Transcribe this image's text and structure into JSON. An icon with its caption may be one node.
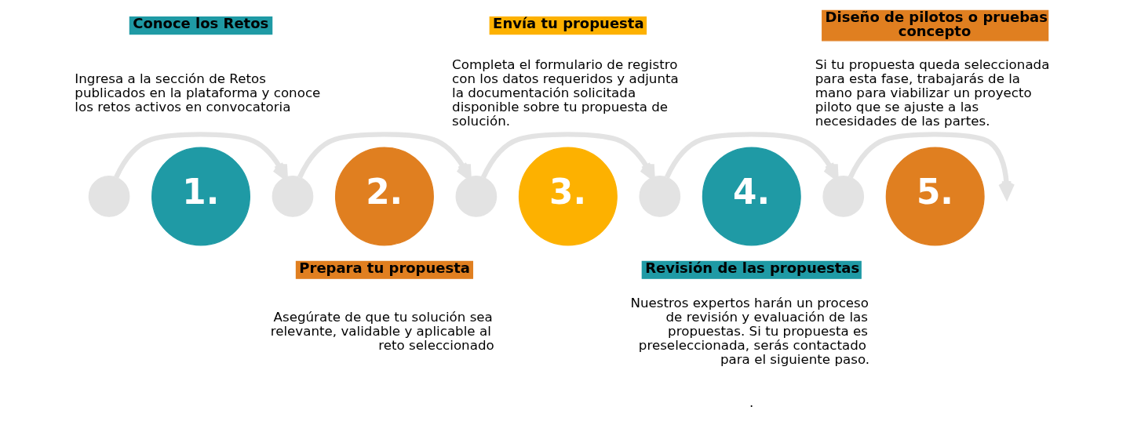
{
  "diagram": {
    "nodes": [
      {
        "text": [],
        "shape": "circle"
      },
      {
        "text": [
          "1."
        ],
        "beside": [
          "Conoce los Retos",
          "Ingresa a la sección de Retos publicados en la plataforma y conoce los retos activos en convocatoria"
        ]
      },
      {
        "text": [],
        "shape": "circle"
      },
      {
        "text": [
          "2."
        ],
        "beside": [
          "Prepara tu propuesta",
          "Asegúrate de que tu solución sea relevante, validable y aplicable al reto seleccionado"
        ]
      },
      {
        "text": [],
        "shape": "circle"
      },
      {
        "text": [
          "3."
        ],
        "beside": [
          "Envía tu propuesta",
          "Completa el formulario de registro con los datos requeridos y adjunta la documentación solicitada disponible sobre tu propuesta de solución."
        ]
      },
      {
        "text": [],
        "shape": "circle"
      },
      {
        "text": [
          "4."
        ],
        "beside": [
          "Revisión de las propuestas",
          "Nuestros expertos harán un proceso de revisión y evaluación de las propuestas. Si tu propuesta es preseleccionada, serás contactado para el siguiente paso."
        ]
      },
      {
        "text": [],
        "shape": "circle"
      },
      {
        "text": [
          "5."
        ],
        "beside": [
          "Diseño de pilotos o pruebas concepto",
          "Si tu propuesta queda seleccionada para esta fase, trabajarás de la mano para viabilizar un proyecto piloto que se ajuste a las necesidades de las partes."
        ]
      }
    ],
    "edges": [
      {
        "from": 0,
        "to": 2,
        "arrow": "to"
      },
      {
        "from": 2,
        "to": 4,
        "arrow": "to"
      },
      {
        "from": 4,
        "to": 6,
        "arrow": "to"
      },
      {
        "from": 6,
        "to": 8,
        "arrow": "to"
      },
      {
        "from": 8,
        "to": null,
        "arrow": "to"
      }
    ],
    "labels": [
      "."
    ]
  }
}
